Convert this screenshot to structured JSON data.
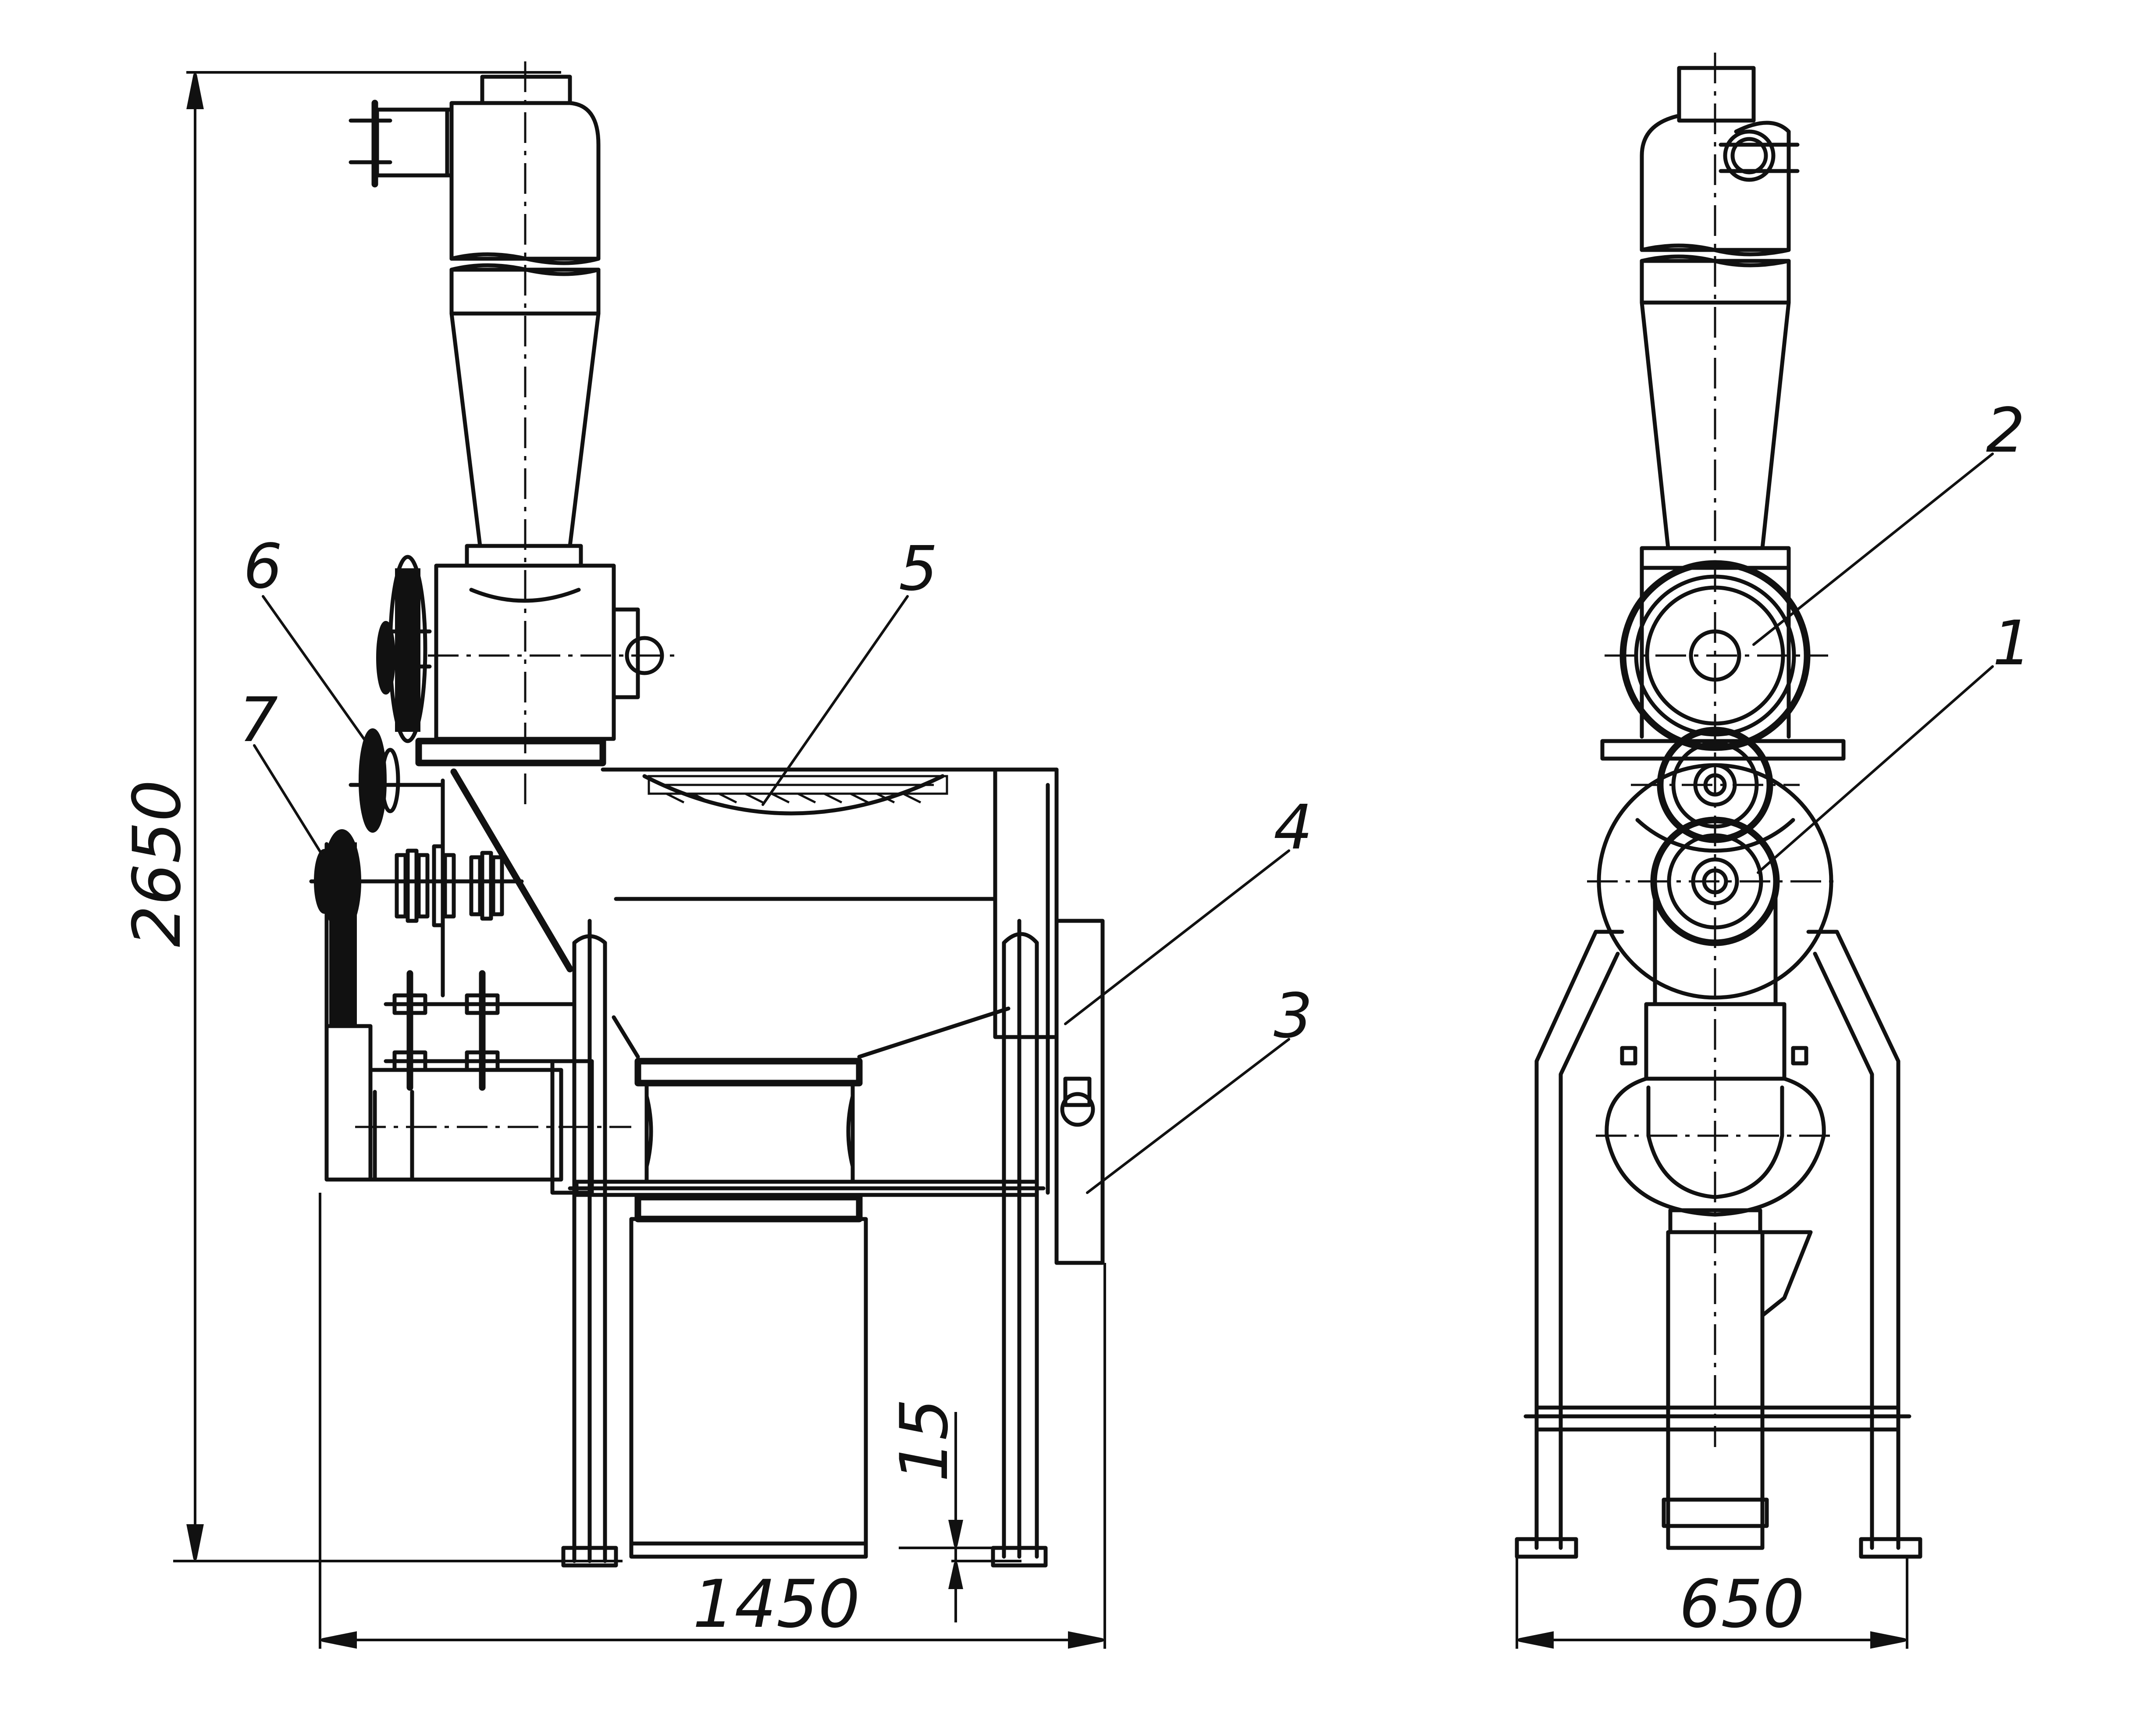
{
  "callouts": [
    "1",
    "2",
    "3",
    "4",
    "5",
    "6",
    "7"
  ],
  "dimensions": {
    "height": "2650",
    "width_side": "1450",
    "width_front": "650",
    "clearance": "15"
  }
}
